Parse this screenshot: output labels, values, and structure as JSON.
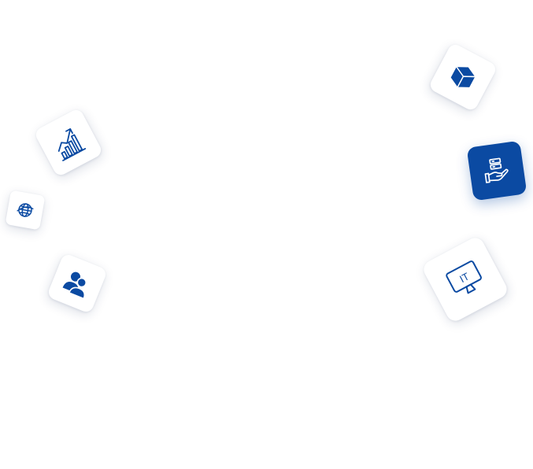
{
  "colors": {
    "background": "#ffffff",
    "tile_background": "#ffffff",
    "icon_blue": "#0b4aa2",
    "filled_tile_background": "#0b4aa2",
    "filled_tile_icon": "#ffffff"
  },
  "tiles": [
    {
      "icon": "growth-chart-icon",
      "style": "white"
    },
    {
      "icon": "globe-icon",
      "style": "white"
    },
    {
      "icon": "users-icon",
      "style": "white"
    },
    {
      "icon": "cube-icon",
      "style": "white"
    },
    {
      "icon": "hand-server-icon",
      "style": "filled"
    },
    {
      "icon": "it-monitor-icon",
      "style": "white"
    }
  ],
  "texts": {
    "it_label": "IT"
  }
}
